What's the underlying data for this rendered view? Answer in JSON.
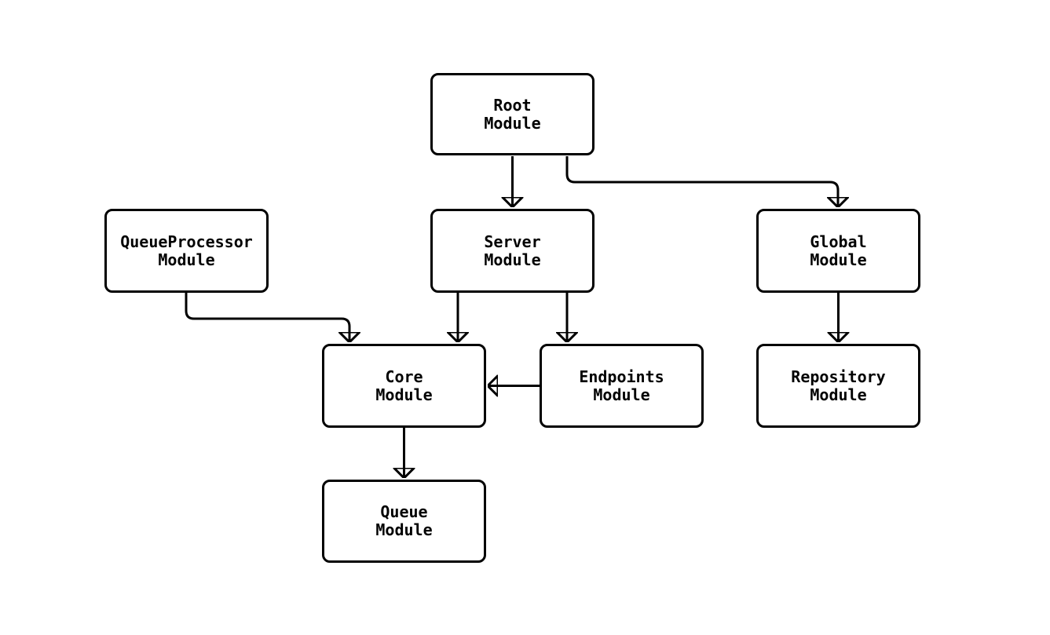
{
  "diagram": {
    "type": "dependency-graph",
    "title": "",
    "nodes": [
      {
        "id": "root",
        "label": "Root\nModule"
      },
      {
        "id": "queueprocessor",
        "label": "QueueProcessor\nModule"
      },
      {
        "id": "server",
        "label": "Server\nModule"
      },
      {
        "id": "global",
        "label": "Global\nModule"
      },
      {
        "id": "core",
        "label": "Core\nModule"
      },
      {
        "id": "endpoints",
        "label": "Endpoints\nModule"
      },
      {
        "id": "repository",
        "label": "Repository\nModule"
      },
      {
        "id": "queue",
        "label": "Queue\nModule"
      }
    ],
    "edges": [
      {
        "from": "root",
        "to": "server"
      },
      {
        "from": "root",
        "to": "global"
      },
      {
        "from": "queueprocessor",
        "to": "core"
      },
      {
        "from": "server",
        "to": "core"
      },
      {
        "from": "server",
        "to": "endpoints"
      },
      {
        "from": "global",
        "to": "repository"
      },
      {
        "from": "endpoints",
        "to": "core"
      },
      {
        "from": "core",
        "to": "queue"
      }
    ],
    "colors": {
      "background": "#ffffff",
      "node_fill": "#ffffff",
      "node_stroke": "#000000",
      "edge_stroke": "#000000",
      "text": "#000000"
    }
  }
}
